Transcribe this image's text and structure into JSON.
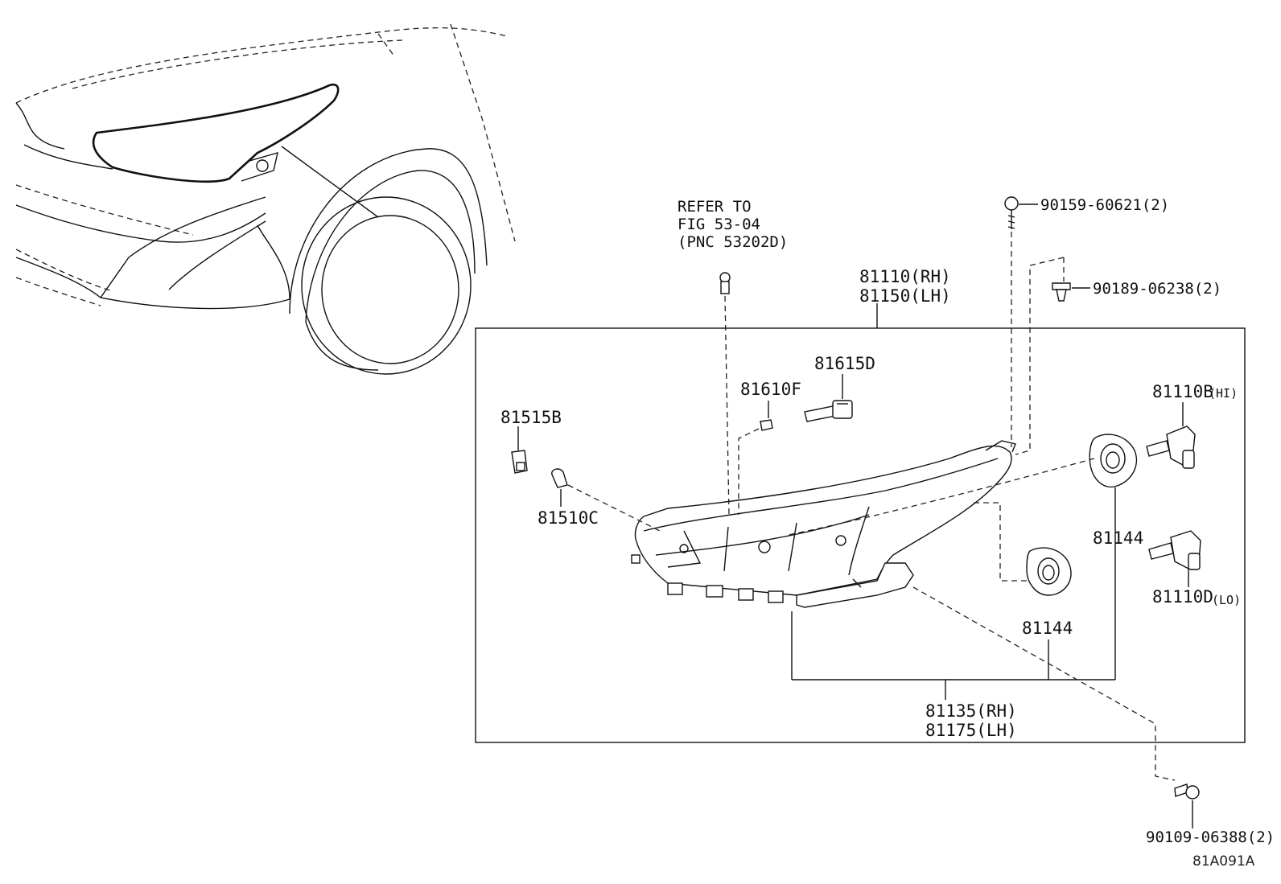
{
  "diagram": {
    "refer": [
      "REFER TO",
      "FIG 53-04",
      "(PNC 53202D)"
    ],
    "labels": {
      "p90159": "90159-60621(2)",
      "p90189": "90189-06238(2)",
      "p81110": "81110(RH)",
      "p81150": "81150(LH)",
      "p81615D": "81615D",
      "p81610F": "81610F",
      "p81110B": "81110B",
      "p81110B_note": "(HI)",
      "p81515B": "81515B",
      "p81510C": "81510C",
      "p81144a": "81144",
      "p81144b": "81144",
      "p81110D": "81110D",
      "p81110D_note": "(LO)",
      "p81135": "81135(RH)",
      "p81175": "81175(LH)",
      "p90109": "90109-06388(2)"
    },
    "figure_code": "81A091A"
  }
}
